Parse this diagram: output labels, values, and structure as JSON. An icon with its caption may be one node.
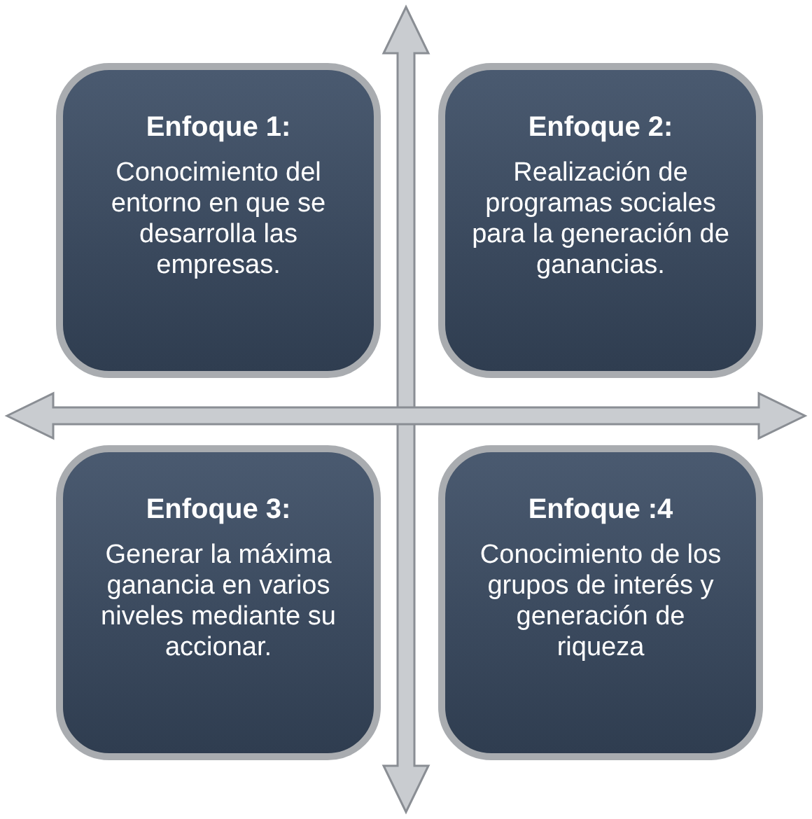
{
  "diagram": {
    "nodes": [
      {
        "text": [
          "Enfoque 1:",
          "Conocimiento del entorno en que se desarrolla las empresas."
        ]
      },
      {
        "text": [
          "Enfoque 2:",
          "Realización de programas sociales para la generación de ganancias."
        ]
      },
      {
        "text": [
          "Enfoque 3:",
          "Generar la máxima ganancia en varios niveles mediante su accionar."
        ]
      },
      {
        "text": [
          "Enfoque :4",
          "Conocimiento de los grupos de interés y generación de riqueza"
        ]
      }
    ]
  }
}
